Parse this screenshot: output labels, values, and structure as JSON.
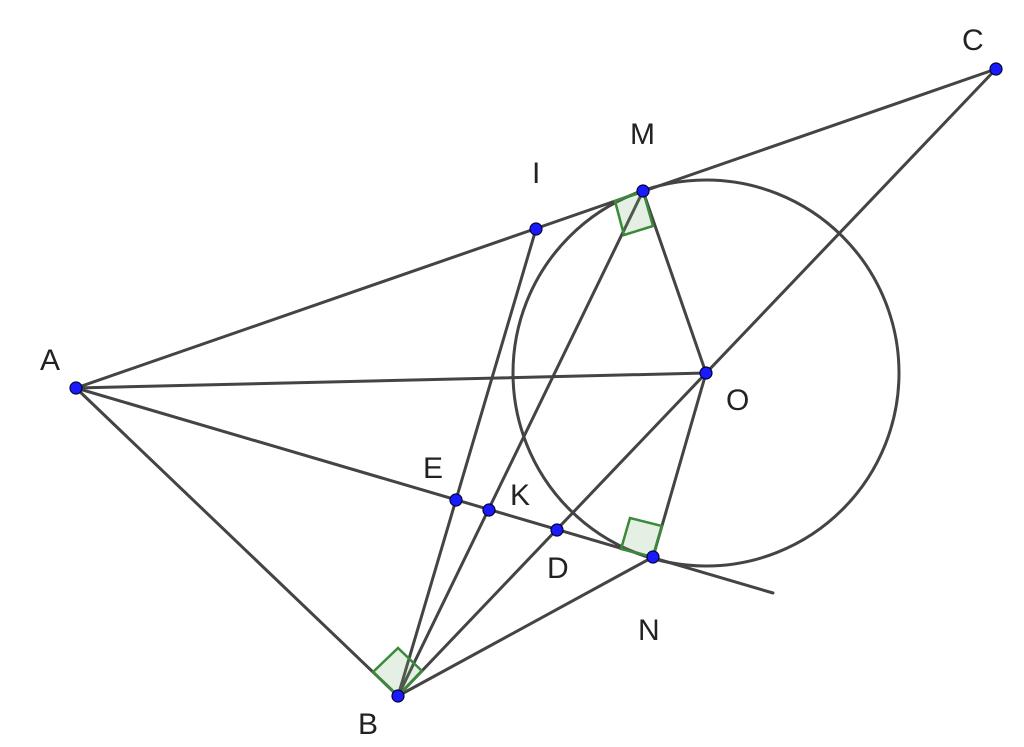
{
  "colors": {
    "line": "#444444",
    "point": "#1a1aff",
    "right_angle": "#3a8a3a",
    "label": "#222222"
  },
  "labels": {
    "A": "A",
    "B": "B",
    "C": "C",
    "D": "D",
    "E": "E",
    "I": "I",
    "K": "K",
    "M": "M",
    "N": "N",
    "O": "O"
  }
}
